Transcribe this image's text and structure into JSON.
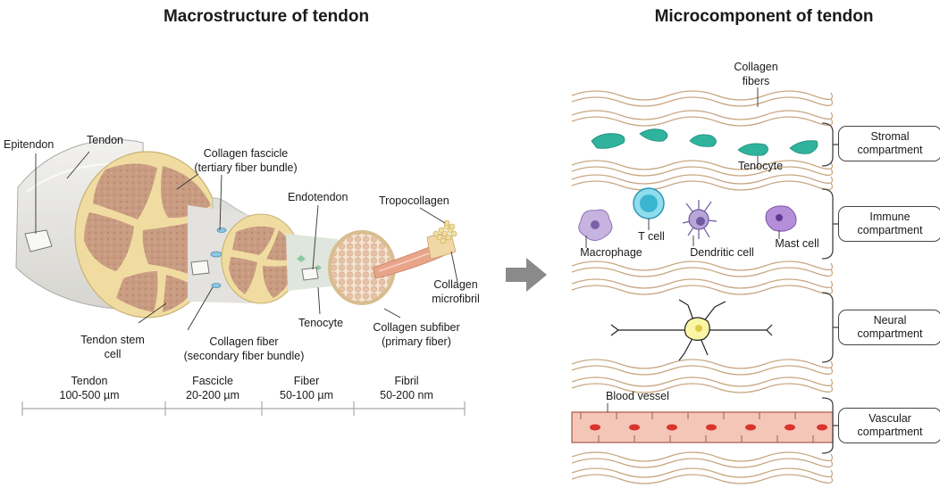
{
  "titles": {
    "left": "Macrostructure of tendon",
    "right": "Microcomponent of tendon"
  },
  "macro_labels": {
    "epitendon": "Epitendon",
    "tendon": "Tendon",
    "collagen_fascicle_1": "Collagen fascicle",
    "collagen_fascicle_2": "(tertiary fiber bundle)",
    "endotendon": "Endotendon",
    "tropocollagen": "Tropocollagen",
    "collagen_microfibril_1": "Collagen",
    "collagen_microfibril_2": "microfibril",
    "tenocyte": "Tenocyte",
    "collagen_subfiber_1": "Collagen subfiber",
    "collagen_subfiber_2": "(primary fiber)",
    "tendon_stem_cell_1": "Tendon stem",
    "tendon_stem_cell_2": "cell",
    "collagen_fiber_1": "Collagen fiber",
    "collagen_fiber_2": "(secondary fiber bundle)"
  },
  "scale": [
    {
      "name": "Tendon",
      "size": "100-500 µm"
    },
    {
      "name": "Fascicle",
      "size": "20-200 µm"
    },
    {
      "name": "Fiber",
      "size": "50-100 µm"
    },
    {
      "name": "Fibril",
      "size": "50-200 nm"
    }
  ],
  "micro_labels": {
    "collagen_fibers_1": "Collagen",
    "collagen_fibers_2": "fibers",
    "tenocyte": "Tenocyte",
    "t_cell": "T cell",
    "macrophage": "Macrophage",
    "dendritic_cell": "Dendritic cell",
    "mast_cell": "Mast cell",
    "blood_vessel": "Blood vessel"
  },
  "compartments": [
    {
      "line1": "Stromal",
      "line2": "compartment"
    },
    {
      "line1": "Immune",
      "line2": "compartment"
    },
    {
      "line1": "Neural",
      "line2": "compartment"
    },
    {
      "line1": "Vascular",
      "line2": "compartment"
    }
  ],
  "colors": {
    "tendon_sheath": "#e7e6e2",
    "fascicle_border": "#f1dea4",
    "fascicle_fill": "#c69a80",
    "fiber_wave": "#c7a680",
    "tenocyte": "#2fb39d",
    "vessel": "#f4c6b8",
    "rbc": "#d9352c",
    "arrow": "#8a8a8a"
  }
}
